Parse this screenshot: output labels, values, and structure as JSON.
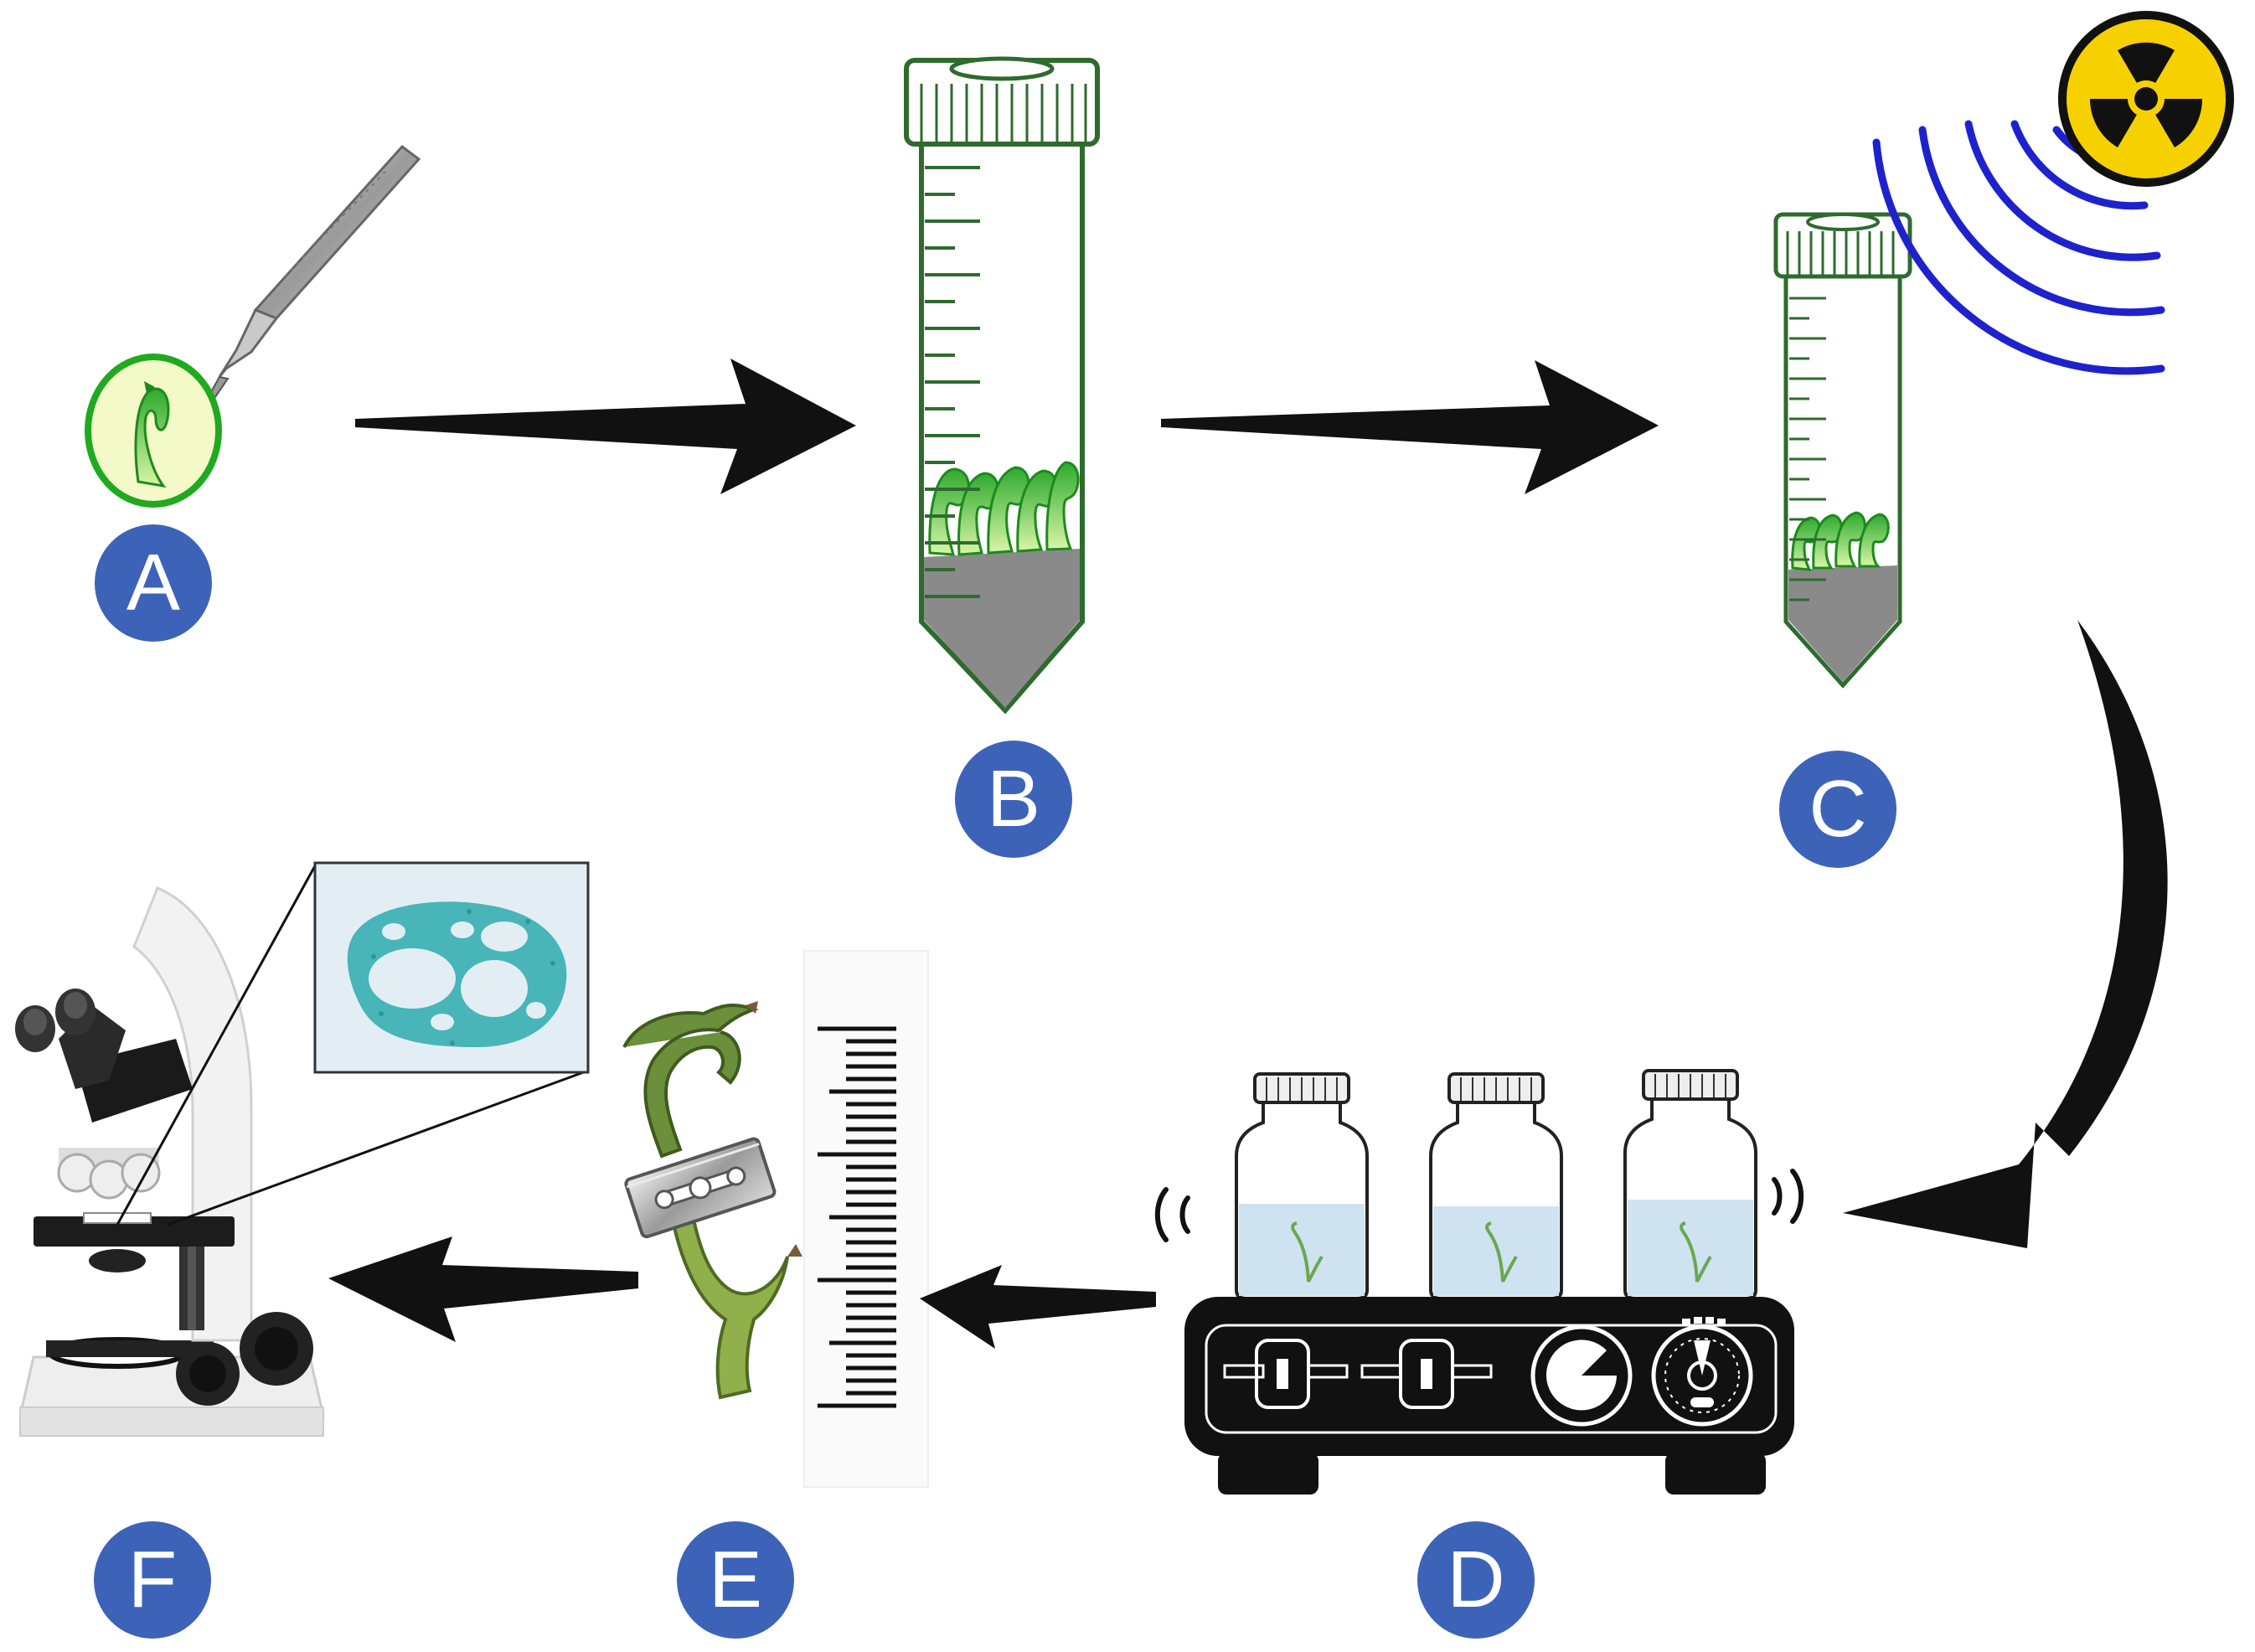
{
  "steps": [
    {
      "id": "A",
      "label": "A"
    },
    {
      "id": "B",
      "label": "B"
    },
    {
      "id": "C",
      "label": "C"
    },
    {
      "id": "D",
      "label": "D"
    },
    {
      "id": "E",
      "label": "E"
    },
    {
      "id": "F",
      "label": "F"
    }
  ],
  "colors": {
    "label_circle": "#3c63b8",
    "arrow": "#111111",
    "tube_outline": "#2e6b2e",
    "shoot_green": "#33c233",
    "medium_gray": "#8a8a8a",
    "radiation_yellow": "#f7d000",
    "radiation_wave": "#1e22cc",
    "stain_teal": "#48b5b8",
    "liquid": "#cfe2f0"
  },
  "icons": [
    "scalpel-icon",
    "explant-icon",
    "falcon-tube-icon",
    "radiation-icon",
    "orbital-shaker-icon",
    "razor-blade-icon",
    "ruler-icon",
    "microscope-icon",
    "cross-section-image"
  ]
}
